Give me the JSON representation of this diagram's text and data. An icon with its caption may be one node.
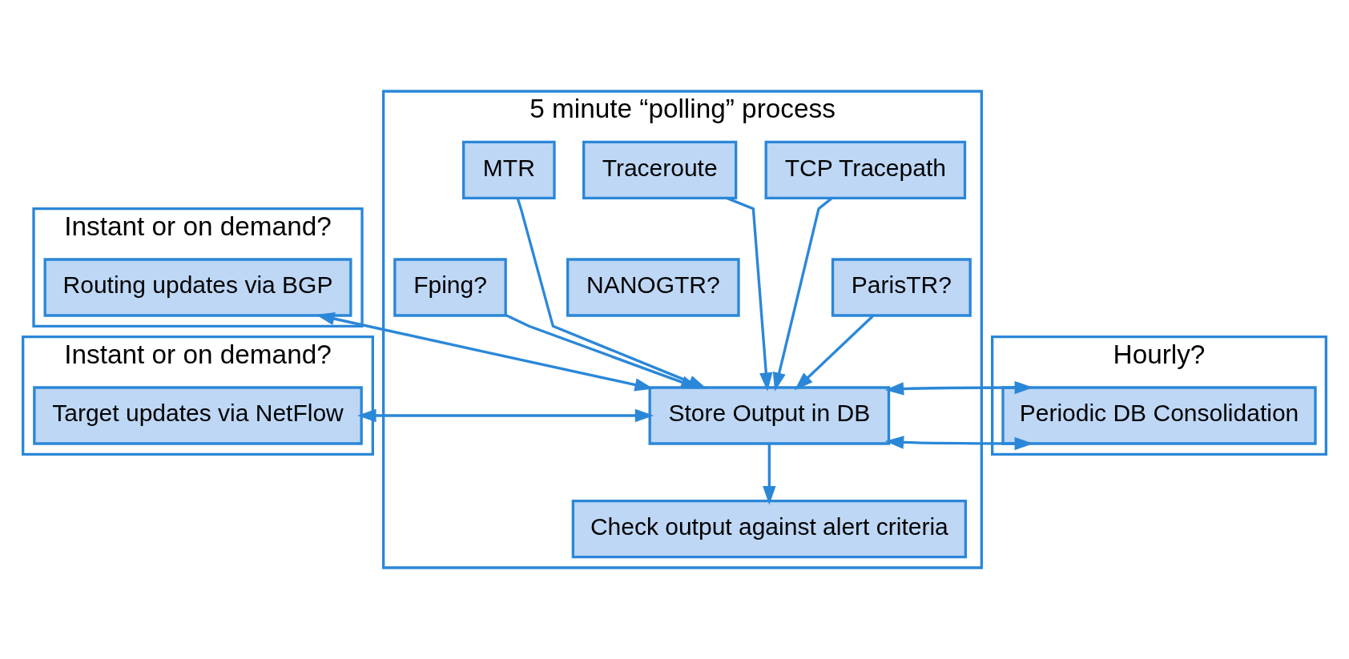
{
  "diagram": {
    "nodes": [
      {
        "text": [
          "5 minute “polling” process"
        ]
      },
      {
        "text": [
          "MTR"
        ],
        "in": 0
      },
      {
        "text": [
          "Traceroute"
        ],
        "in": 0
      },
      {
        "text": [
          "TCP Tracepath"
        ],
        "in": 0
      },
      {
        "text": [
          "Fping?"
        ],
        "in": 0
      },
      {
        "text": [
          "NANOGTR?"
        ],
        "in": 0
      },
      {
        "text": [
          "ParisTR?"
        ],
        "in": 0
      },
      {
        "text": [
          "Store Output in DB"
        ],
        "in": 0
      },
      {
        "text": [
          "Check output against alert criteria"
        ],
        "in": 0
      },
      {
        "text": [
          "Instant or on demand?"
        ]
      },
      {
        "text": [
          "Routing updates via BGP"
        ],
        "in": 9
      },
      {
        "text": [
          "Instant or on demand?"
        ]
      },
      {
        "text": [
          "Target updates via NetFlow"
        ],
        "in": 11
      },
      {
        "text": [
          "Hourly?"
        ]
      },
      {
        "text": [
          "Periodic DB Consolidation"
        ],
        "in": 13
      }
    ],
    "edges": [
      {
        "from": 1,
        "to": 7,
        "arrow": "to"
      },
      {
        "from": 2,
        "to": 7,
        "arrow": "to"
      },
      {
        "from": 3,
        "to": 7,
        "arrow": "to"
      },
      {
        "from": 4,
        "to": 7,
        "arrow": "to"
      },
      {
        "from": 6,
        "to": 7,
        "arrow": "to"
      },
      {
        "from": 7,
        "to": 10,
        "arrow": "both"
      },
      {
        "from": 7,
        "to": 12,
        "arrow": "both"
      },
      {
        "from": 7,
        "to": 14,
        "arrow": "both"
      },
      {
        "from": 7,
        "to": 8,
        "arrow": "to"
      }
    ]
  }
}
